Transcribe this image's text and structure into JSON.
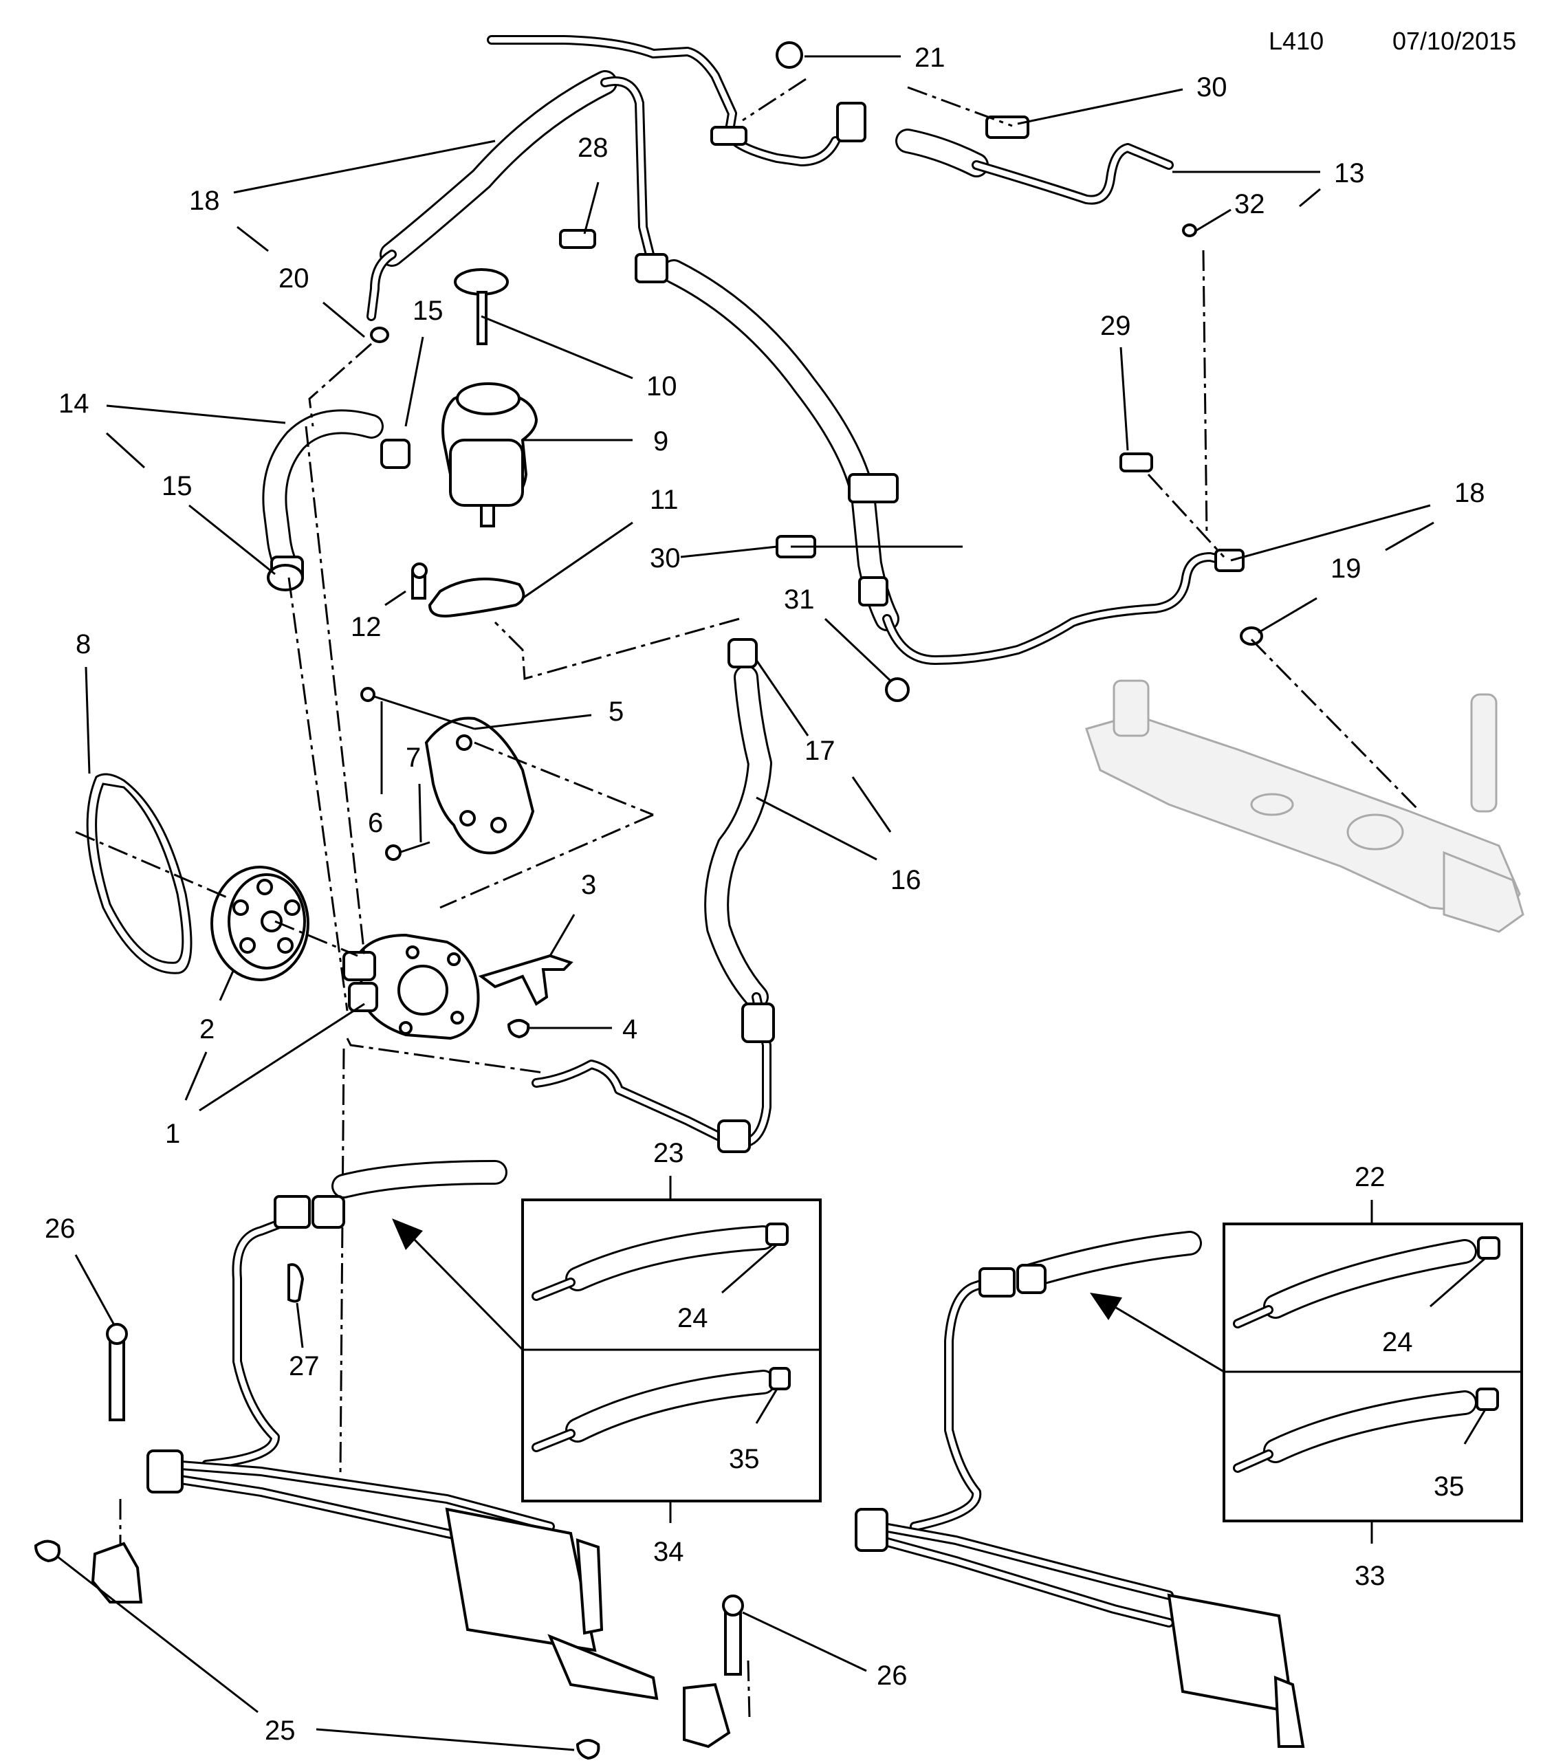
{
  "header": {
    "code": "L410",
    "date": "07/10/2015"
  },
  "callouts": {
    "c1": "1",
    "c2": "2",
    "c3": "3",
    "c4": "4",
    "c5": "5",
    "c6": "6",
    "c7": "7",
    "c8": "8",
    "c9": "9",
    "c10": "10",
    "c11": "11",
    "c12": "12",
    "c13": "13",
    "c14": "14",
    "c15a": "15",
    "c15b": "15",
    "c16": "16",
    "c17": "17",
    "c18a": "18",
    "c18b": "18",
    "c19": "19",
    "c20": "20",
    "c21": "21",
    "c22": "22",
    "c23": "23",
    "c24a": "24",
    "c24b": "24",
    "c25": "25",
    "c26a": "26",
    "c26b": "26",
    "c27": "27",
    "c28": "28",
    "c29": "29",
    "c30a": "30",
    "c30b": "30",
    "c31": "31",
    "c32": "32",
    "c33": "33",
    "c34": "34",
    "c35a": "35",
    "c35b": "35"
  }
}
